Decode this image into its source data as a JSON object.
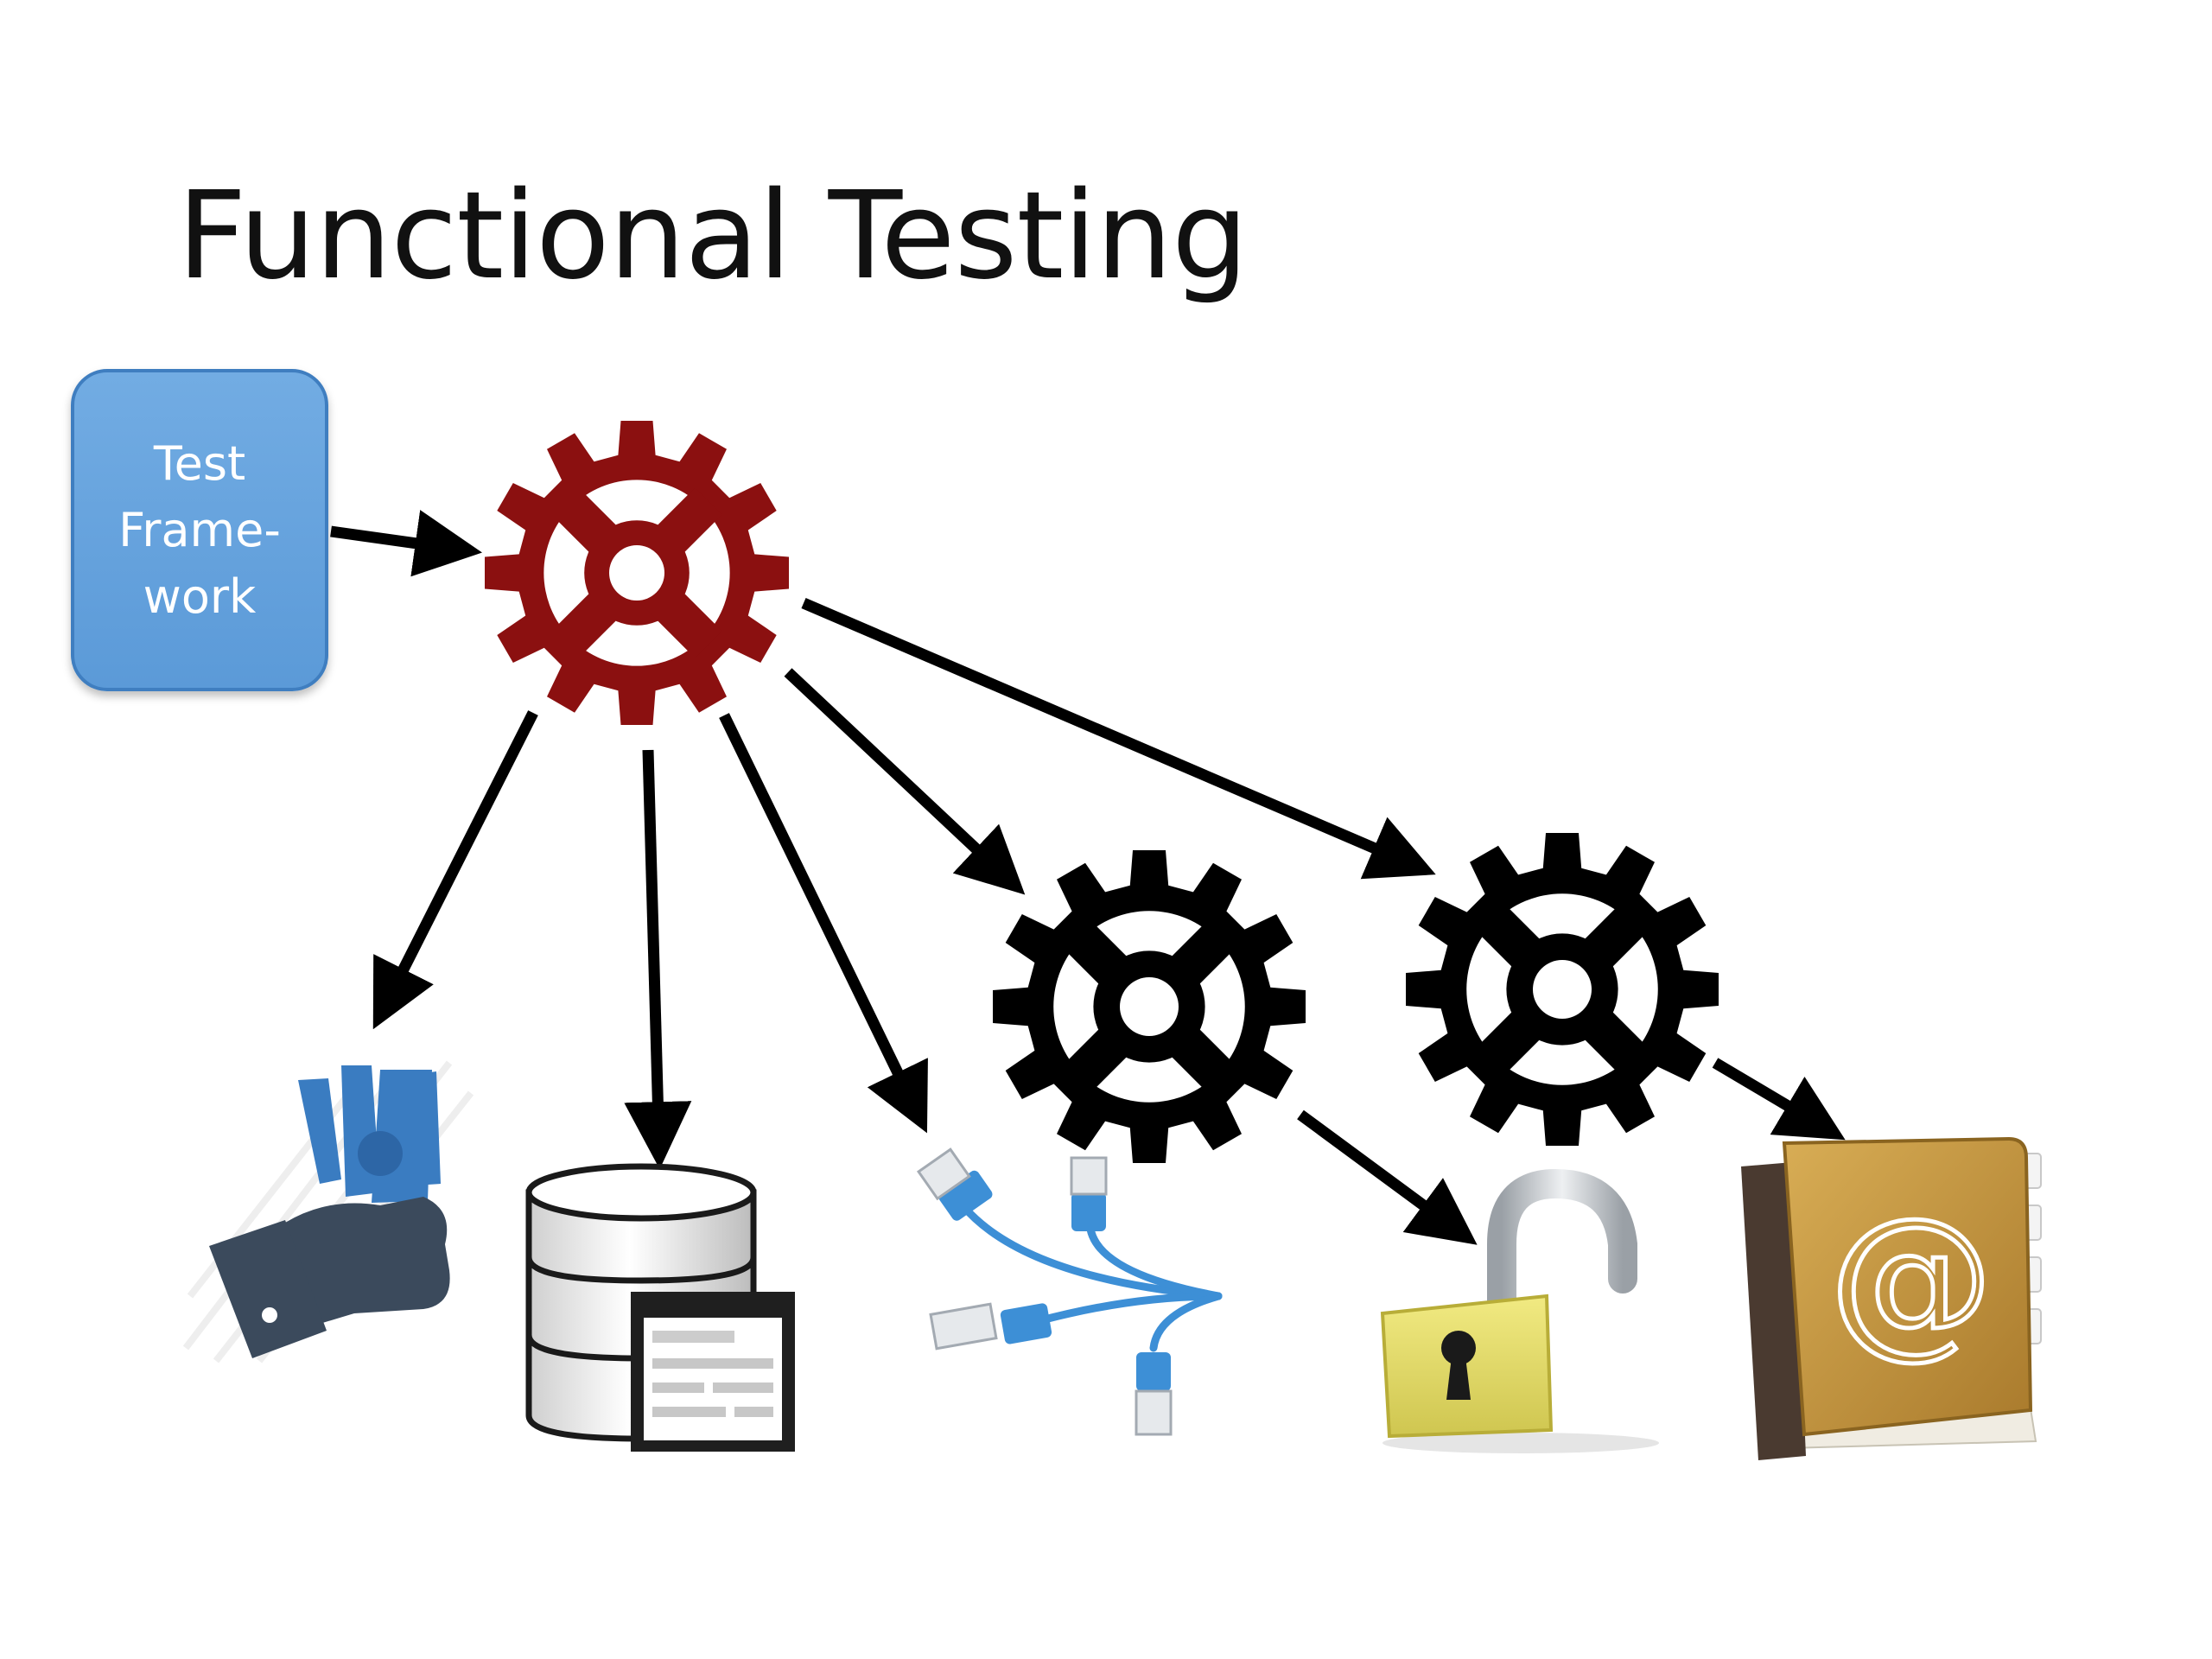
{
  "slide": {
    "title": "Functional Testing",
    "test_framework": {
      "lines": [
        "Test",
        "Frame-",
        "work"
      ]
    }
  },
  "nodes": {
    "central_gear": {
      "icon": "gear-icon",
      "color": "#8b1010"
    },
    "sub_gear_1": {
      "icon": "gear-icon",
      "color": "#000000"
    },
    "sub_gear_2": {
      "icon": "gear-icon",
      "color": "#000000"
    },
    "payment": {
      "icon": "hand-money-icon",
      "color": "#3b4a5c",
      "accent": "#3a7cc1"
    },
    "database": {
      "icon": "database-icon",
      "color": "#1a1a1a"
    },
    "network": {
      "icon": "network-cable-icon",
      "color": "#3d8fd6"
    },
    "security": {
      "icon": "unlocked-padlock-icon",
      "color": "#e8df6a"
    },
    "address_book": {
      "icon": "address-book-icon",
      "color": "#c4973c"
    }
  },
  "connections": [
    {
      "from": "test_framework",
      "to": "central_gear"
    },
    {
      "from": "central_gear",
      "to": "payment"
    },
    {
      "from": "central_gear",
      "to": "database"
    },
    {
      "from": "central_gear",
      "to": "network"
    },
    {
      "from": "central_gear",
      "to": "sub_gear_1"
    },
    {
      "from": "central_gear",
      "to": "sub_gear_2"
    },
    {
      "from": "sub_gear_1",
      "to": "security"
    },
    {
      "from": "sub_gear_2",
      "to": "address_book"
    }
  ],
  "address_book_symbol": "@"
}
